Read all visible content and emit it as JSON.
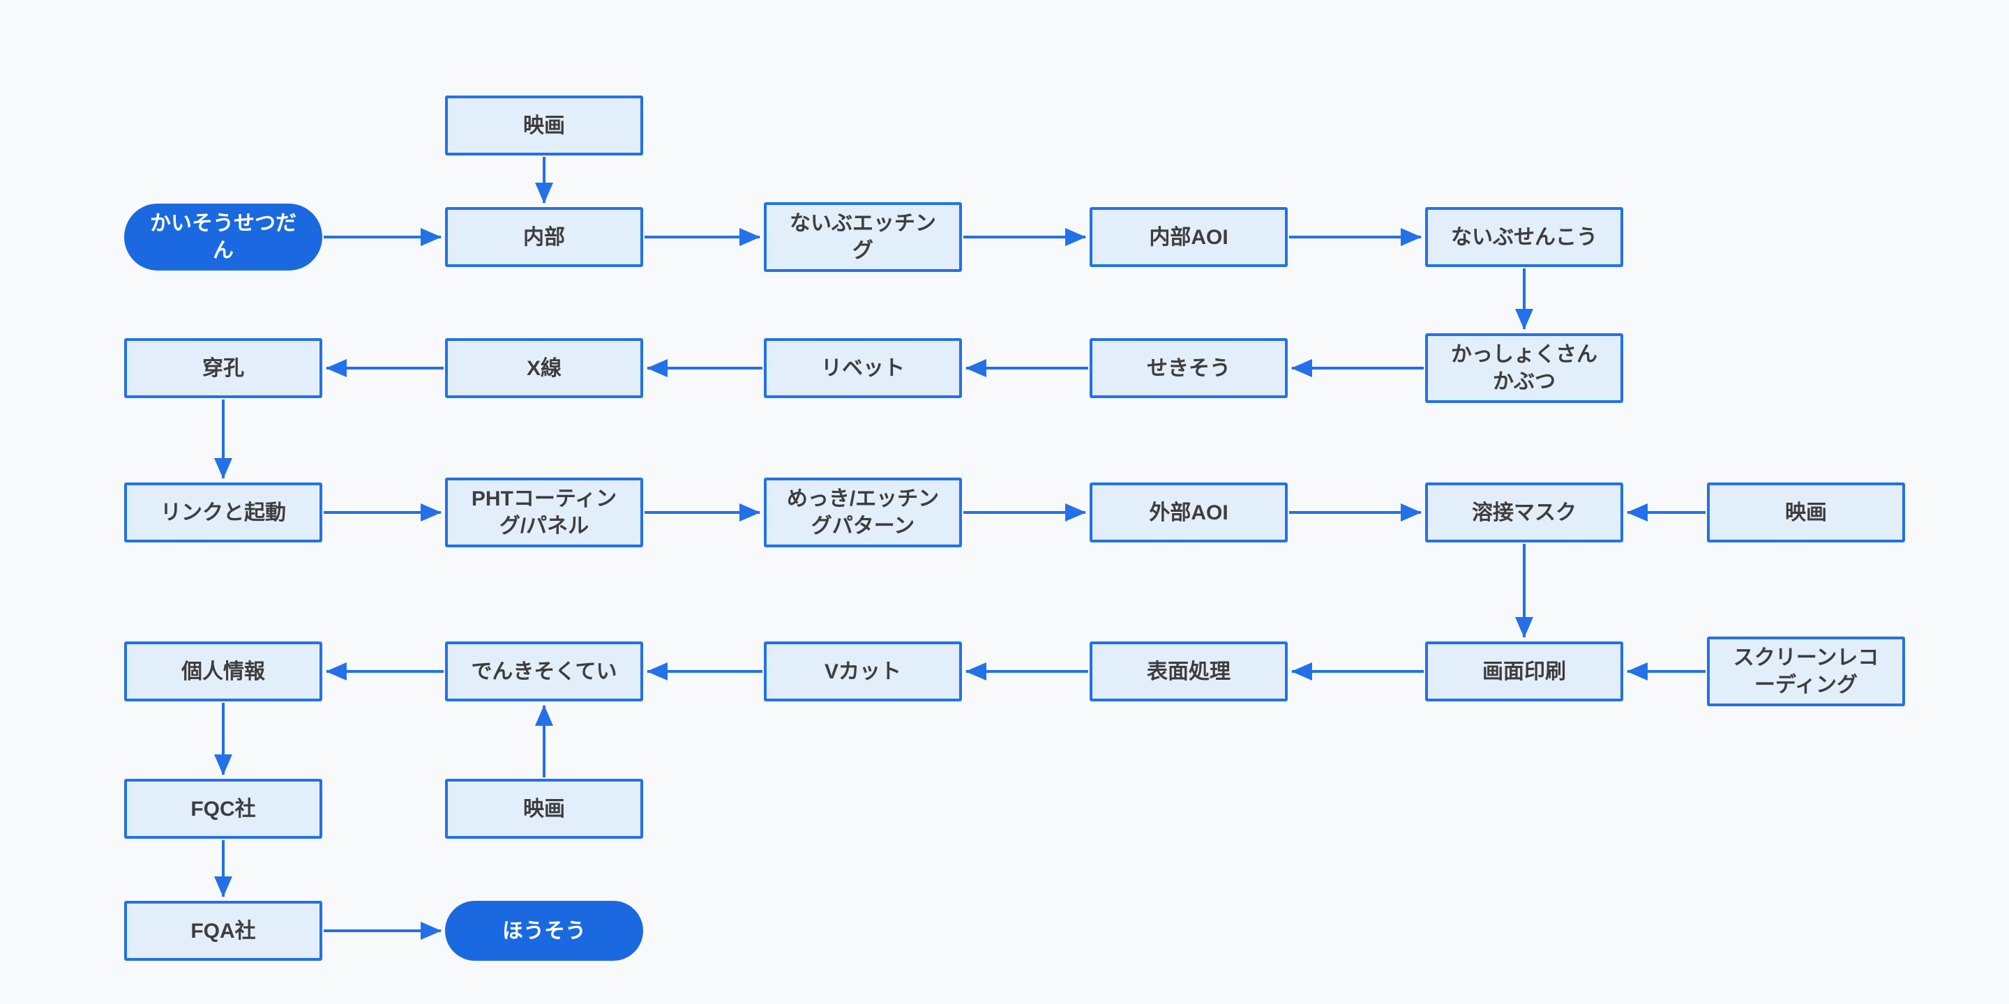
{
  "canvas": {
    "background": "#f8f9fa"
  },
  "palette": {
    "node_fill": "#e3eefb",
    "node_border": "#2271e9",
    "edge": "#2271e9",
    "terminal_fill": "#1a69e1",
    "terminal_text": "#ffffff",
    "node_text": "#3d3d3d"
  },
  "flowchart": {
    "nodes": {
      "film_top": "映画",
      "start": "かいそうせつだん",
      "inner": "内部",
      "inner_etching": "ないぶエッチング",
      "inner_aoi": "内部AOI",
      "inner_senkou": "ないぶせんこう",
      "brown_oxide": "かっしょくさんかぶつ",
      "lamination": "せきそう",
      "rivet": "リベット",
      "xray": "X線",
      "drilling": "穿孔",
      "link_launch": "リンクと起動",
      "pht_coating": "PHTコーティング/パネル",
      "plating_etching": "めっき/エッチングパターン",
      "outer_aoi": "外部AOI",
      "solder_mask": "溶接マスク",
      "film_right": "映画",
      "personal_info": "個人情報",
      "electric_test": "でんきそくてい",
      "v_cut": "Vカット",
      "surface_finish": "表面処理",
      "screen_print": "画面印刷",
      "screen_recording": "スクリーンレコーディング",
      "fqc": "FQC社",
      "film_bottom": "映画",
      "fqa": "FQA社",
      "end": "ほうそう"
    }
  }
}
